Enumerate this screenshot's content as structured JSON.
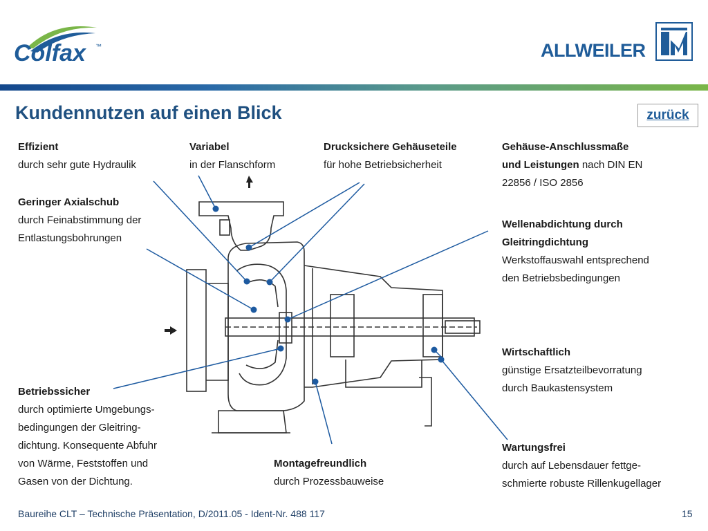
{
  "header": {
    "logo_left": "Colfax",
    "logo_left_tm": "™",
    "logo_right": "ALLWEILER"
  },
  "title": "Kundennutzen auf einen Blick",
  "back_button": "zurück",
  "labels": {
    "effizient": {
      "title": "Effizient",
      "text": "durch sehr gute Hydraulik"
    },
    "variabel": {
      "title": "Variabel",
      "text": "in der Flanschform"
    },
    "drucksicher": {
      "title": "Drucksichere Gehäuseteile",
      "text": "für hohe Betriebsicherheit"
    },
    "anschluss": {
      "title_1": "Gehäuse-Anschlussmaße",
      "title_2": "und Leistungen",
      "text_2": " nach DIN EN",
      "text_3": "22856 / ISO 2856"
    },
    "axialschub": {
      "title": "Geringer Axialschub",
      "text_1": "durch Feinabstimmung der",
      "text_2": "Entlastungsbohrungen"
    },
    "wellenabdichtung": {
      "title_1": "Wellenabdichtung durch",
      "title_2": "Gleitringdichtung",
      "text_1": "Werkstoffauswahl entsprechend",
      "text_2": "den Betriebsbedingungen"
    },
    "wirtschaftlich": {
      "title": "Wirtschaftlich",
      "text_1": "günstige Ersatzteilbevorratung",
      "text_2": "durch Baukastensystem"
    },
    "betriebssicher": {
      "title": "Betriebssicher",
      "text_1": "durch optimierte Umgebungs-",
      "text_2": "bedingungen der Gleitring-",
      "text_3": "dichtung. Konsequente Abfuhr",
      "text_4": "von Wärme, Feststoffen und",
      "text_5": "Gasen von der Dichtung."
    },
    "montage": {
      "title": "Montagefreundlich",
      "text": "durch Prozessbauweise"
    },
    "wartungsfrei": {
      "title": "Wartungsfrei",
      "text_1": "durch auf Lebensdauer fettge-",
      "text_2": "schmierte robuste Rillenkugellager"
    }
  },
  "footer": {
    "text": "Baureihe CLT – Technische Präsentation, D/2011.05 - Ident-Nr. 488 117",
    "page": "15"
  },
  "colors": {
    "title": "#1f5080",
    "brand_blue": "#1f5c99",
    "callout": "#1d5aa0",
    "gradient_start": "#14488c",
    "gradient_end": "#7ab648"
  }
}
